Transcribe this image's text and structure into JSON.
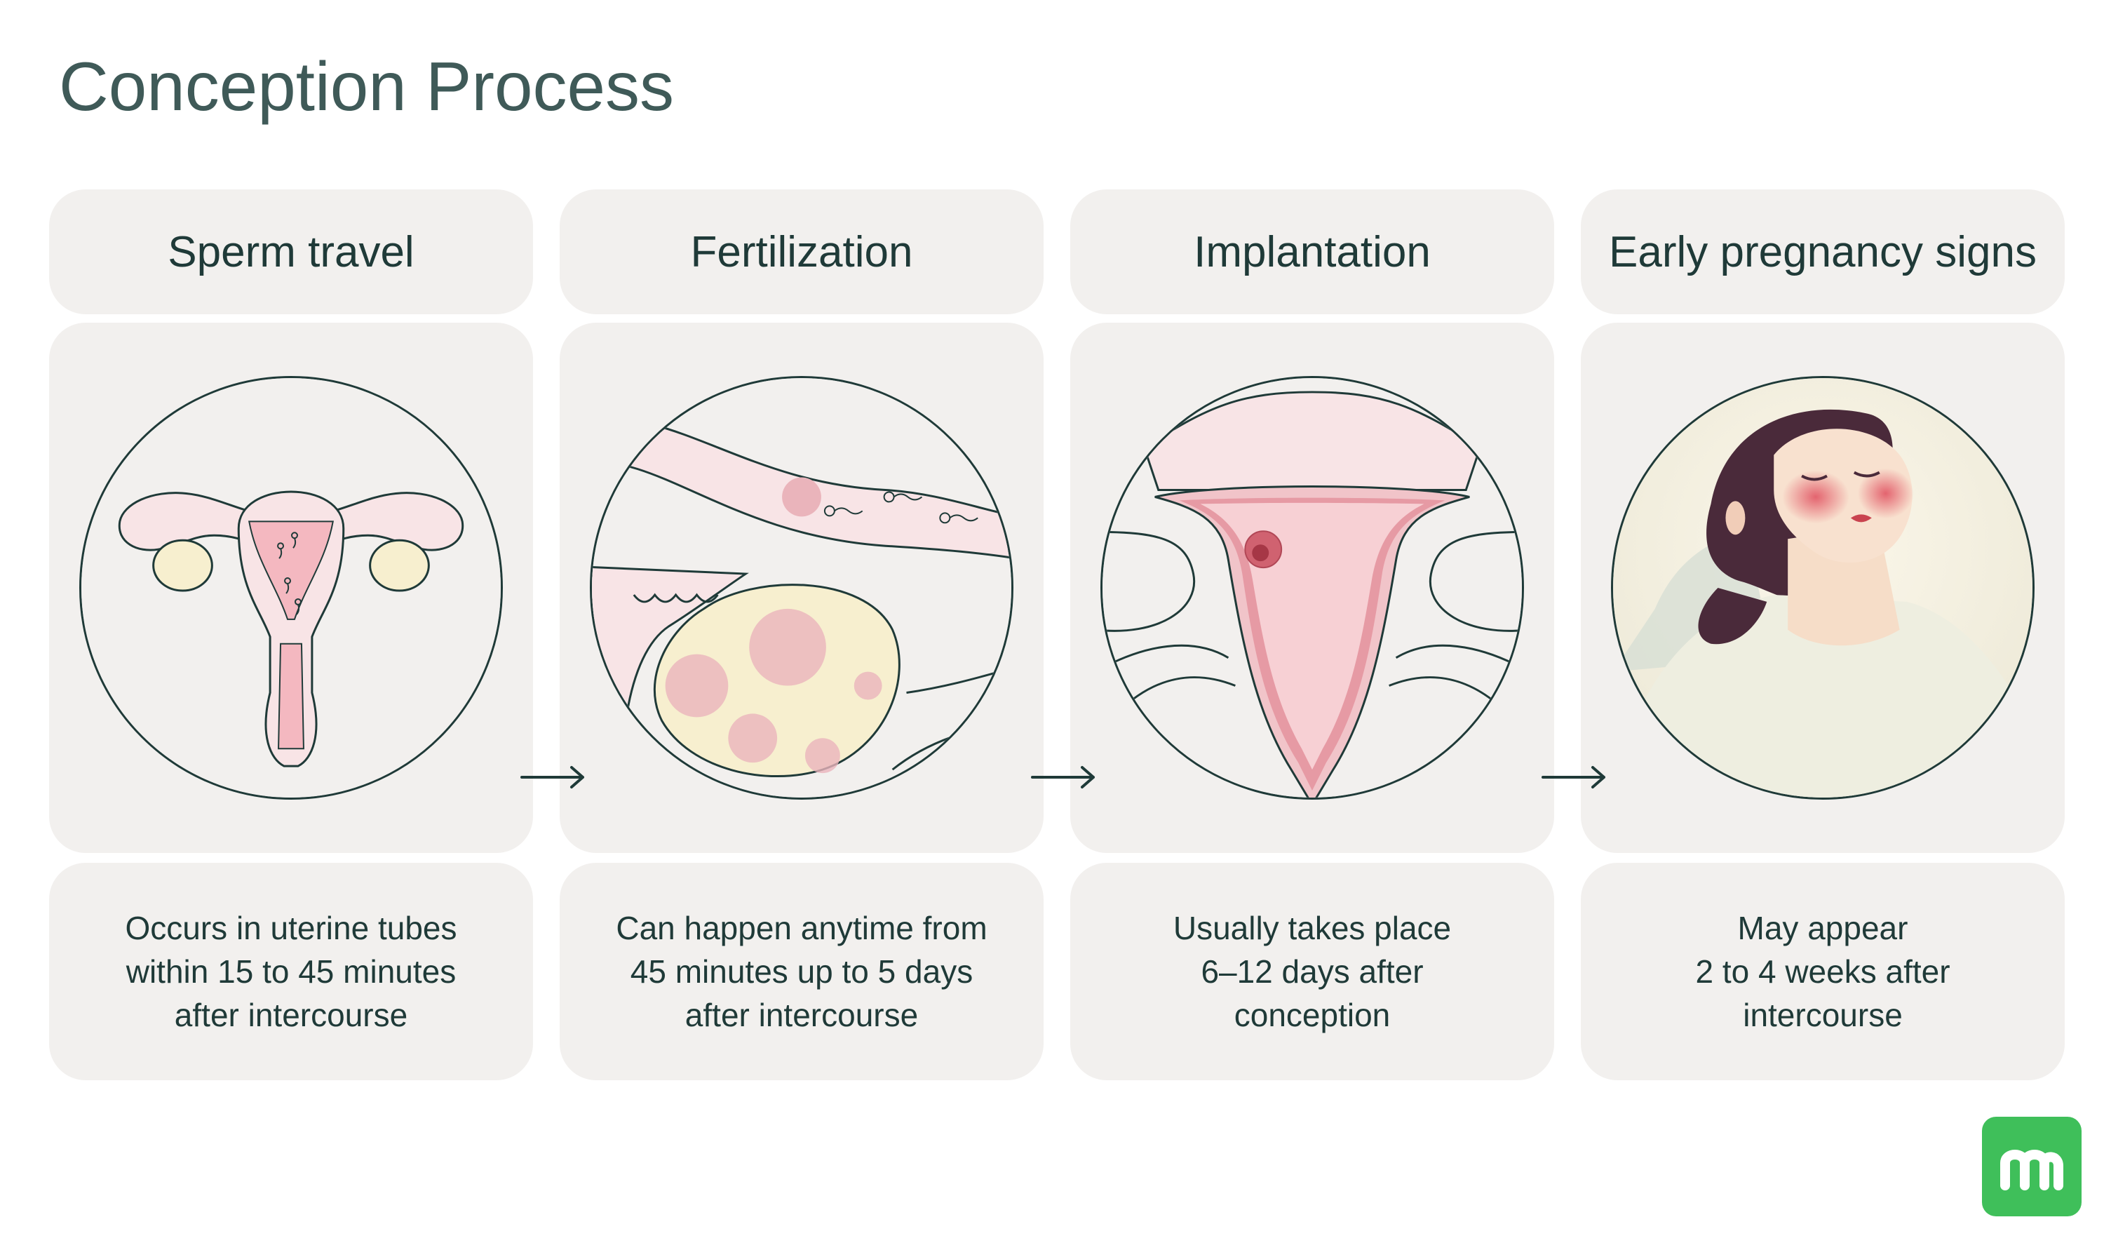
{
  "title": "Conception Process",
  "steps": [
    {
      "title": "Sperm travel",
      "illustration_icon": "uterus-sperm-illustration",
      "description": "Occurs in uterine tubes\nwithin 15 to 45 minutes\nafter intercourse"
    },
    {
      "title": "Fertilization",
      "illustration_icon": "egg-fertilization-illustration",
      "description": "Can happen anytime from\n45 minutes up to 5 days\nafter intercourse"
    },
    {
      "title": "Implantation",
      "illustration_icon": "uterus-implantation-illustration",
      "description": "Usually takes place\n6–12 days after\nconception"
    },
    {
      "title": "Early pregnancy signs",
      "illustration_icon": "woman-nausea-illustration",
      "description": "May appear\n2 to 4 weeks after\nintercourse"
    }
  ],
  "colors": {
    "card_background": "#f2f0ee",
    "text": "#1f3a38",
    "title_text": "#3f5a58",
    "tissue_pink": "#f8d9dc",
    "tissue_dark_pink": "#e7a0a8",
    "ovary_cream": "#f7efcf",
    "logo_green": "#3fbf5a"
  },
  "logo_icon": "brand-m-logo-icon"
}
